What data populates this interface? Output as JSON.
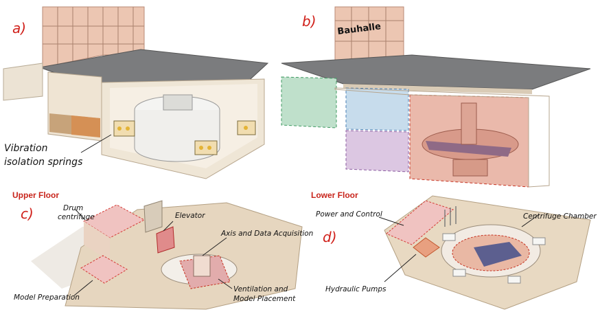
{
  "panels": {
    "a": {
      "letter": "a)",
      "callout_line1": "Vibration",
      "callout_line2": "isolation springs"
    },
    "b": {
      "letter": "b)",
      "building_label": "Bauhalle"
    },
    "c": {
      "letter": "c)",
      "floor_title": "Upper Floor",
      "labels": {
        "drum_line1": "Drum",
        "drum_line2": "centrifuge",
        "elevator": "Elevator",
        "axis": "Axis and Data Acquisition",
        "model_prep": "Model Preparation",
        "vent_line1": "Ventilation and",
        "vent_line2": "Model Placement"
      }
    },
    "d": {
      "letter": "d)",
      "floor_title": "Lower Floor",
      "labels": {
        "power": "Power and Control",
        "chamber": "Centrifuge Chamber",
        "pumps": "Hydraulic Pumps"
      }
    }
  },
  "colors": {
    "accent": "#d0201a",
    "roof": "#77787a",
    "wall": "#e7d9c6",
    "facade": "#e9c3ae",
    "green_zone": "#b9dcc6",
    "blue_zone": "#bcd3e6",
    "purple_zone": "#d8c3de",
    "red_zone": "#e8b4a6"
  }
}
